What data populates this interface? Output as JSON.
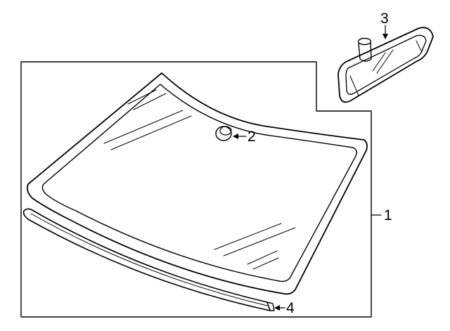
{
  "diagram": {
    "parts": [
      {
        "id": "windshield",
        "callout": "1"
      },
      {
        "id": "bracket",
        "callout": "2"
      },
      {
        "id": "rearview-mirror",
        "callout": "3"
      },
      {
        "id": "lower-molding",
        "callout": "4"
      }
    ]
  }
}
